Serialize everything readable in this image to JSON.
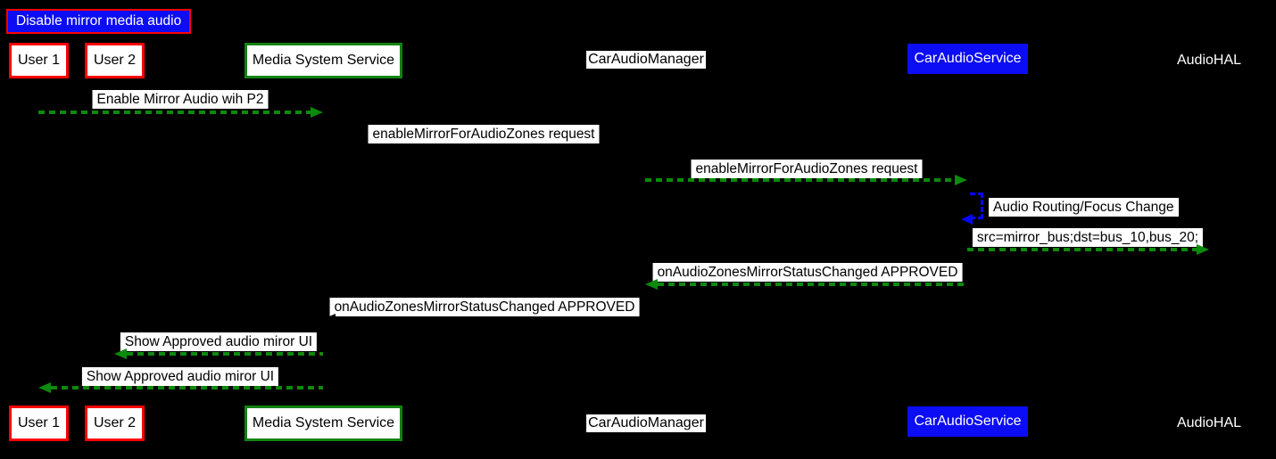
{
  "title": {
    "text": "Disable mirror media audio",
    "bg_color": "#0c0cf5",
    "border_color": "#ff0000",
    "text_color": "#ffffff"
  },
  "actors": [
    {
      "id": "user-1",
      "label": "User 1",
      "style": "white-bg-red-border"
    },
    {
      "id": "user-2",
      "label": "User 2",
      "style": "white-bg-red-border"
    },
    {
      "id": "media-system-service",
      "label": "Media System Service",
      "style": "white-bg-green-border"
    },
    {
      "id": "car-audio-manager",
      "label": "CarAudioManager",
      "style": "white-bg-no-border"
    },
    {
      "id": "car-audio-service",
      "label": "CarAudioService",
      "style": "blue-bg-white-text"
    },
    {
      "id": "audio-hal",
      "label": "AudioHAL",
      "style": "plain-white-text"
    }
  ],
  "messages": [
    {
      "label": "Enable Mirror Audio wih P2",
      "from": "User 1",
      "to": "Media System Service",
      "arrow": "green-dashed",
      "direction": "right"
    },
    {
      "label": "enableMirrorForAudioZones request",
      "from": "Media System Service",
      "to": "CarAudioManager",
      "arrow": "hidden-black",
      "direction": "right"
    },
    {
      "label": "enableMirrorForAudioZones request",
      "from": "CarAudioManager",
      "to": "CarAudioService",
      "arrow": "green-dashed",
      "direction": "right"
    },
    {
      "label": "Audio Routing/Focus Change",
      "from": "CarAudioService",
      "to": "CarAudioService",
      "arrow": "blue-dashed-self-loop",
      "direction": "self"
    },
    {
      "label": "src=mirror_bus;dst=bus_10,bus_20;",
      "from": "CarAudioService",
      "to": "AudioHAL",
      "arrow": "green-dashed",
      "direction": "right"
    },
    {
      "label": "onAudioZonesMirrorStatusChanged APPROVED",
      "from": "CarAudioService",
      "to": "CarAudioManager",
      "arrow": "green-dashed",
      "direction": "left"
    },
    {
      "label": "onAudioZonesMirrorStatusChanged APPROVED",
      "from": "CarAudioManager",
      "to": "Media System Service",
      "arrow": "hidden-black",
      "direction": "left"
    },
    {
      "label": "Show Approved audio miror UI",
      "from": "Media System Service",
      "to": "User 2",
      "arrow": "green-dashed",
      "direction": "left"
    },
    {
      "label": "Show Approved audio miror UI",
      "from": "Media System Service",
      "to": "User 1",
      "arrow": "green-dashed",
      "direction": "left"
    }
  ],
  "colors": {
    "background": "#000000",
    "arrow_green": "#0c8a0c",
    "arrow_blue": "#0707f0",
    "label_bg": "#ffffff",
    "label_text": "#000000",
    "red_border": "#ff0000",
    "green_border": "#128312",
    "blue_fill": "#0c0cf5"
  }
}
